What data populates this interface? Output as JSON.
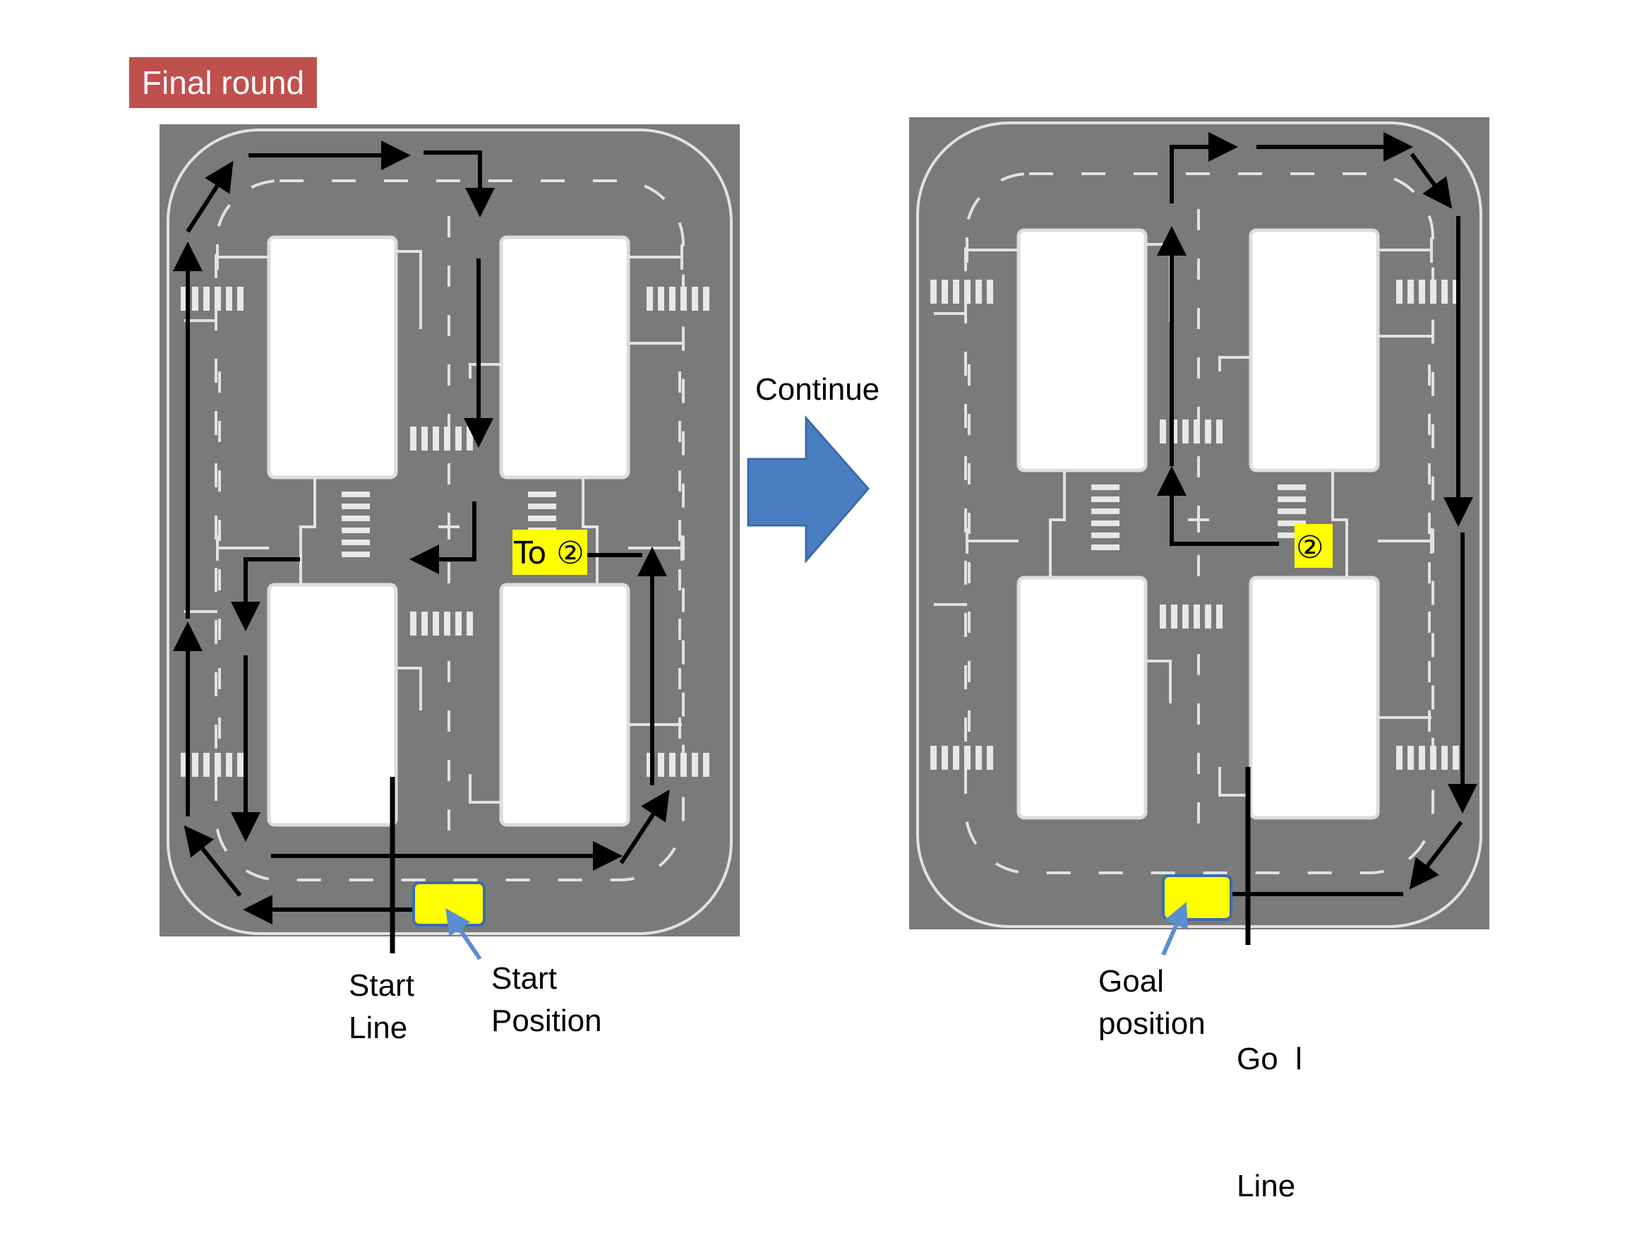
{
  "badge": "Final round",
  "continue_label": "Continue",
  "colors": {
    "board": "#7a7a7a",
    "track_line": "#dddddd",
    "route": "#000000",
    "marker": "#ffff00",
    "marker_border": "#3a6bb0",
    "pointer": "#5b8ed0",
    "arrow_fill": "#4a7ec2",
    "badge": "#c0504d"
  },
  "left_board": {
    "marker_text": "To ②",
    "start_line": [
      "Start",
      "Line"
    ],
    "start_position": [
      "Start",
      "Position"
    ]
  },
  "right_board": {
    "marker_text": "②",
    "goal_position": [
      "Goal",
      "position"
    ],
    "goal_line": [
      "Go  l",
      "Line"
    ]
  }
}
